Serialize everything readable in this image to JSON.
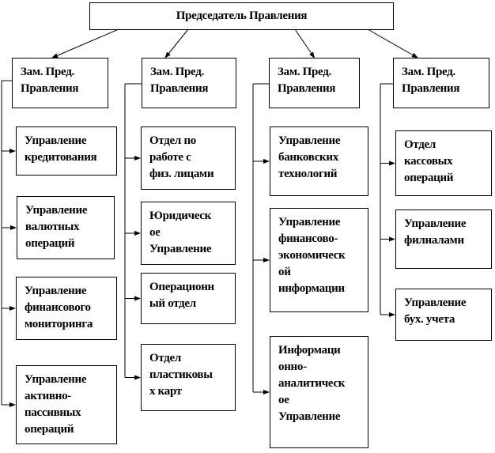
{
  "chairman": "Председатель Правления",
  "columns": [
    {
      "head": [
        "Зам. Пред.",
        "Правления"
      ],
      "units": [
        [
          "Управление",
          "кредитования"
        ],
        [
          "Управление",
          "валютных",
          "операций"
        ],
        [
          "Управление",
          "финансового",
          "мониторинга"
        ],
        [
          "Управление",
          "активно-",
          "пассивных",
          "операций"
        ]
      ]
    },
    {
      "head": [
        "Зам. Пред.",
        "Правления"
      ],
      "units": [
        [
          "Отдел по",
          "работе с",
          "физ. лицами"
        ],
        [
          "Юридическ",
          "ое",
          "Управление"
        ],
        [
          "Операционн",
          "ый отдел"
        ],
        [
          "Отдел",
          "пластиковы",
          "х карт"
        ]
      ]
    },
    {
      "head": [
        "Зам. Пред.",
        "Правления"
      ],
      "units": [
        [
          "Управление",
          "банковских",
          "технологий"
        ],
        [
          "Управление",
          "финансово-",
          "экономическ",
          "ой",
          "информации"
        ],
        [
          "Информаци",
          "онно-",
          "аналитическ",
          "ое",
          "Управление"
        ]
      ]
    },
    {
      "head": [
        "Зам. Пред.",
        "Правления"
      ],
      "units": [
        [
          "Отдел",
          "кассовых",
          "операций"
        ],
        [
          "Управление",
          "филиалами"
        ],
        [
          "Управление",
          "бух. учета"
        ]
      ]
    }
  ]
}
